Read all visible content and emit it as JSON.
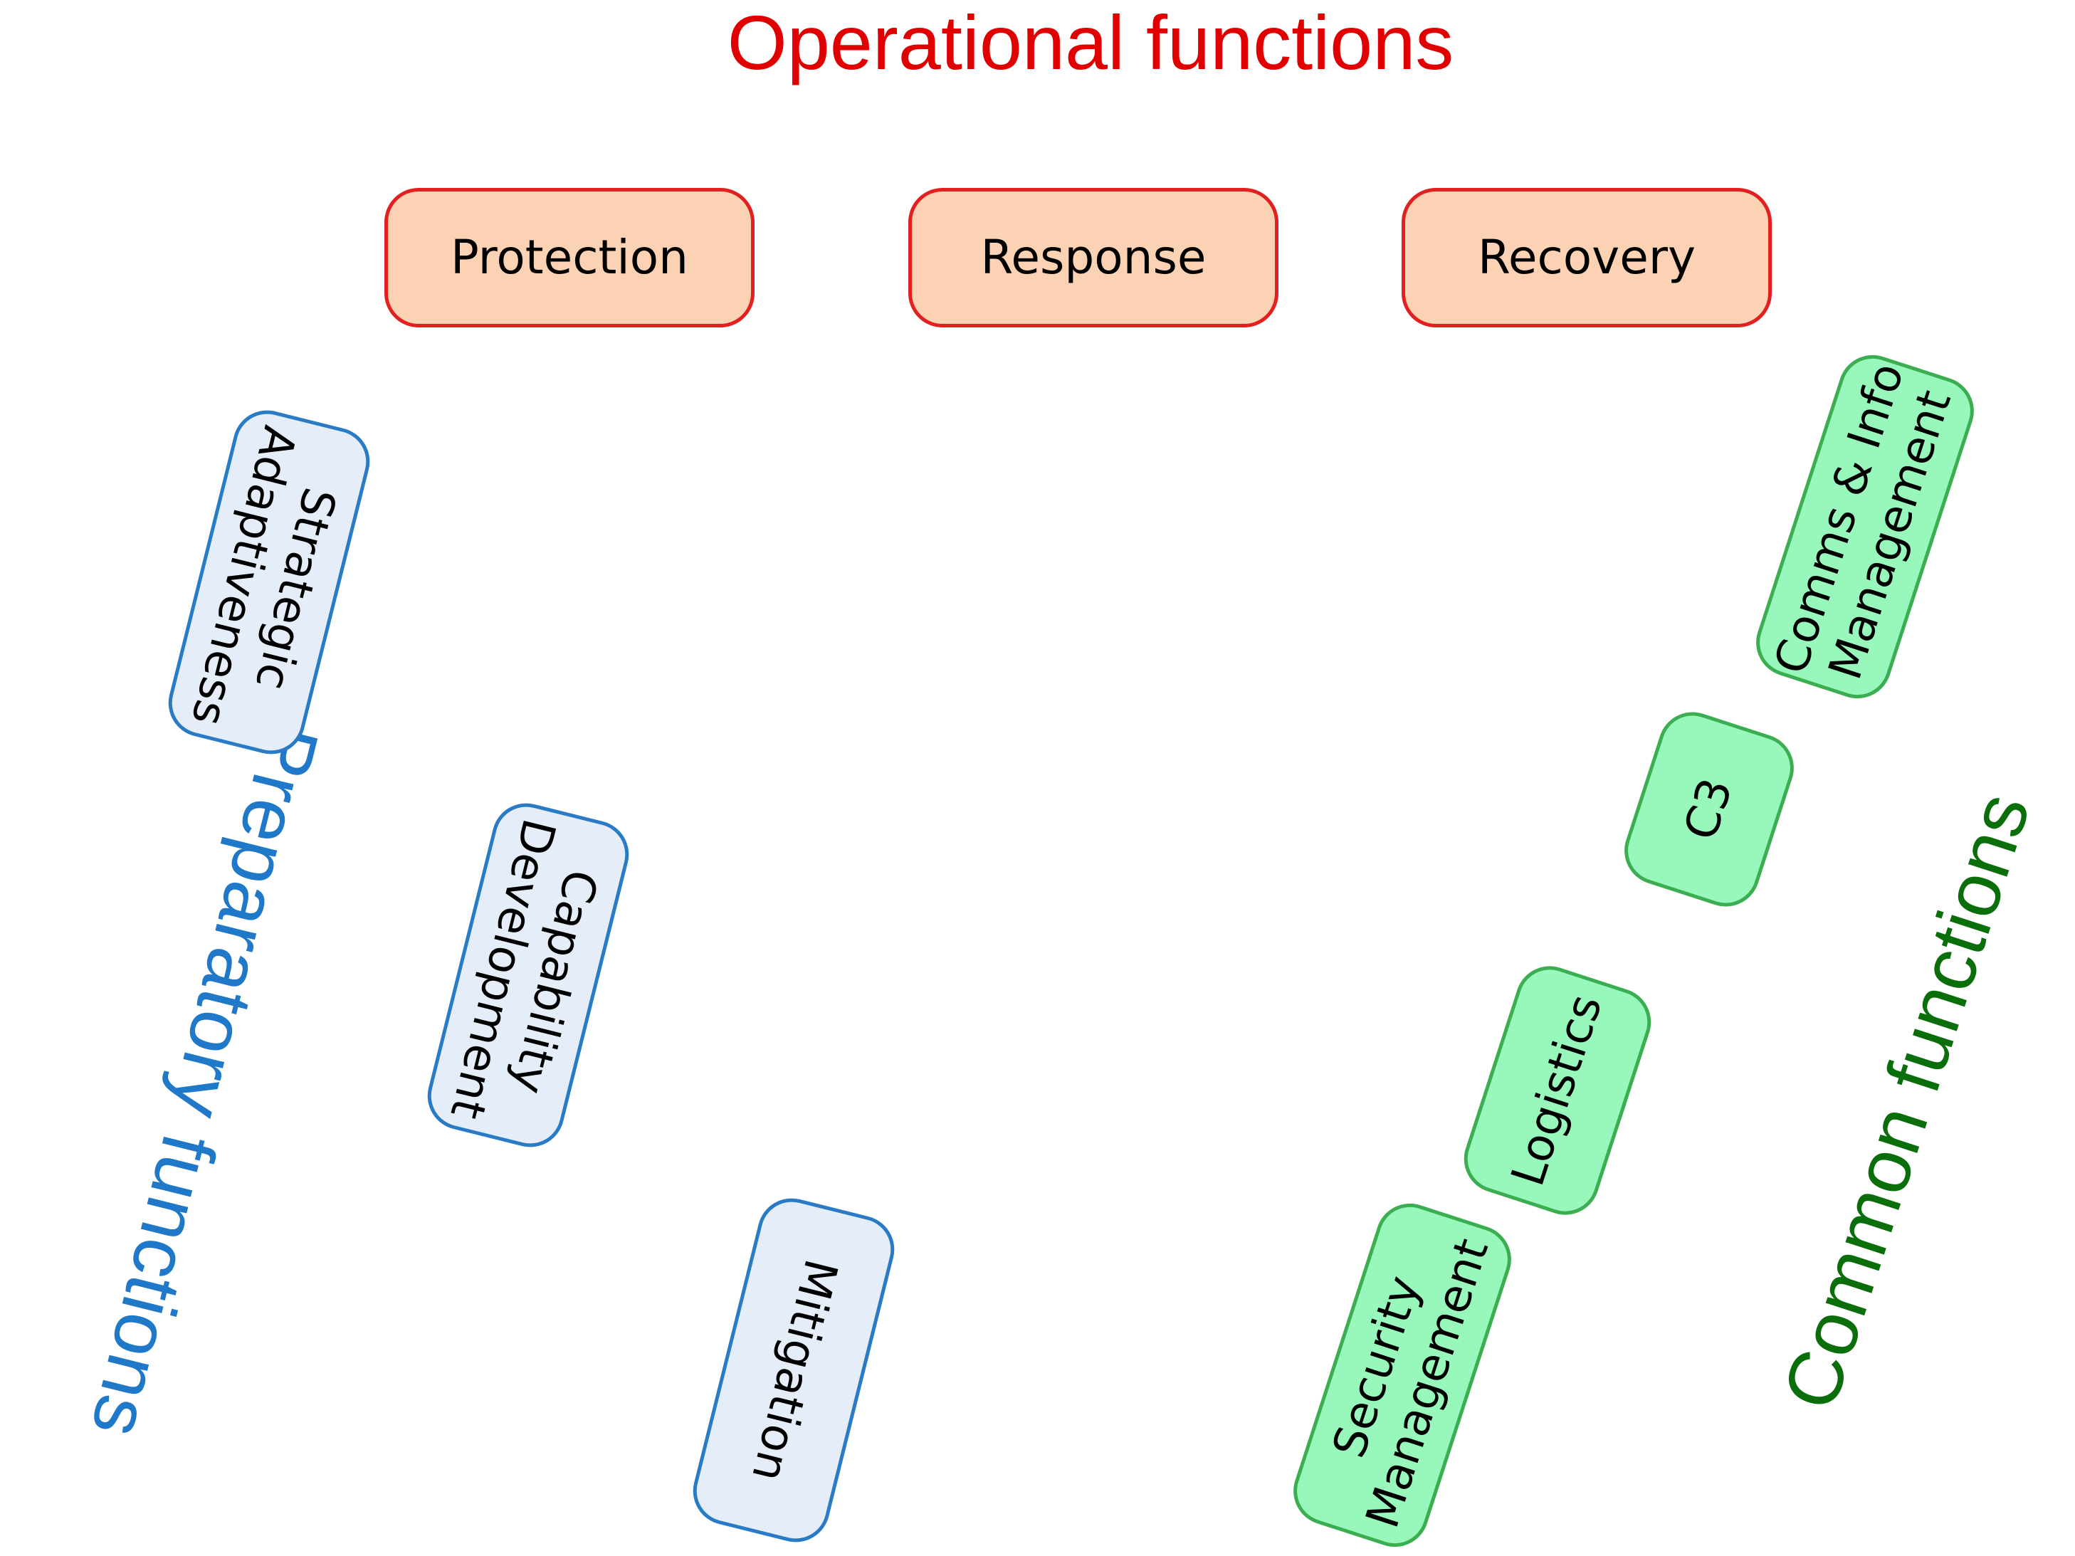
{
  "headings": {
    "operational": "Operational functions",
    "preparatory": "Preparatory functions",
    "common": "Common functions"
  },
  "operational_functions": [
    "Protection",
    "Response",
    "Recovery"
  ],
  "preparatory_functions": [
    "Strategic\nAdaptiveness",
    "Capability\nDevelopment",
    "Mitigation"
  ],
  "common_functions": [
    "Comms & Info\nManagement",
    "C3",
    "Logistics",
    "Security\nManagement"
  ],
  "colors": {
    "operational_text": "#e00000",
    "operational_fill": "#fcd2b4",
    "operational_border": "#e22020",
    "preparatory_text": "#1f78c8",
    "preparatory_fill": "#e4edf8",
    "preparatory_border": "#2a7bc6",
    "common_text": "#0a6e0a",
    "common_fill": "#98f8bc",
    "common_border": "#3cae52"
  }
}
